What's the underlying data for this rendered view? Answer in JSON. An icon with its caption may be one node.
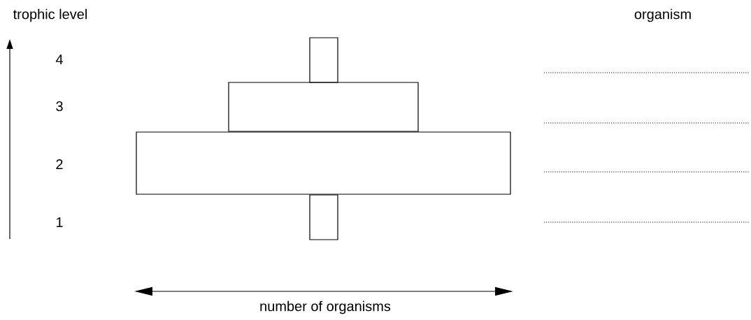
{
  "diagram": {
    "nodes": [
      {
        "text": [],
        "shape": "bar"
      },
      {
        "text": [],
        "shape": "bar"
      },
      {
        "text": [],
        "shape": "bar"
      },
      {
        "text": [],
        "shape": "bar"
      }
    ],
    "labels": [
      "trophic level",
      "organism",
      "4",
      "3",
      "2",
      "1",
      "number of organisms"
    ]
  }
}
